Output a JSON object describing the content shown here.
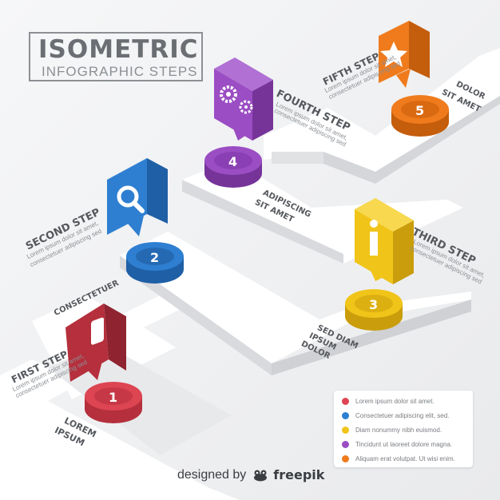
{
  "title": {
    "main": "ISOMETRIC",
    "sub": "INFOGRAPHIC STEPS"
  },
  "steps": [
    {
      "heading": "FIRST STEP",
      "line1": "Lorem ipsum dolor sit amet,",
      "line2": "consectetuer adipiscing sed",
      "number": "1",
      "path_label_1": "LOREM",
      "path_label_2": "IPSUM",
      "icon": "phone-icon",
      "color": "#dd4553",
      "dark": "#b52f3c"
    },
    {
      "heading": "SECOND STEP",
      "line1": "Lorem ipsum dolor sit amet,",
      "line2": "consectetuer adipiscing sed",
      "number": "2",
      "path_label_1": "CONSECTETUER",
      "icon": "magnifier-icon",
      "color": "#2e7fd1",
      "dark": "#1e5fa6"
    },
    {
      "heading": "THIRD STEP",
      "line1": "Lorem ipsum dolor sit amet,",
      "line2": "consectetuer adipiscing sed",
      "number": "3",
      "path_label_1": "SED DIAM",
      "path_label_2": "IPSUM",
      "path_label_3": "DOLOR",
      "icon": "info-icon",
      "color": "#f0c419",
      "dark": "#c99d0c"
    },
    {
      "heading": "FOURTH STEP",
      "line1": "Lorem ipsum dolor sit amet,",
      "line2": "consectetuer adipiscing sed",
      "number": "4",
      "path_label_1": "ADIPISCING",
      "path_label_2": "SIT AMET",
      "icon": "gears-icon",
      "color": "#9b4dc3",
      "dark": "#763499"
    },
    {
      "heading": "FIFTH STEP",
      "line1": "Lorem ipsum dolor sit amet,",
      "line2": "consectetuer adipiscing sed",
      "number": "5",
      "path_label_1": "DOLOR",
      "path_label_2": "SIT AMET",
      "icon": "star-icon",
      "color": "#ef7b1d",
      "dark": "#c45d0c"
    }
  ],
  "legend": [
    {
      "text": "Lorem ipsum dolor sit amet.",
      "color": "#dd4553"
    },
    {
      "text": "Consectetuer adipiscing elit, sed.",
      "color": "#2e7fd1"
    },
    {
      "text": "Diam nonummy nibh euismod.",
      "color": "#f0c419"
    },
    {
      "text": "Tincidunt ut laoreet dolore magna.",
      "color": "#9b4dc3"
    },
    {
      "text": "Aliquam erat volutpat. Ut wisi enim.",
      "color": "#ef7b1d"
    }
  ],
  "credit": {
    "prefix": "designed by",
    "brand": "freepik"
  }
}
